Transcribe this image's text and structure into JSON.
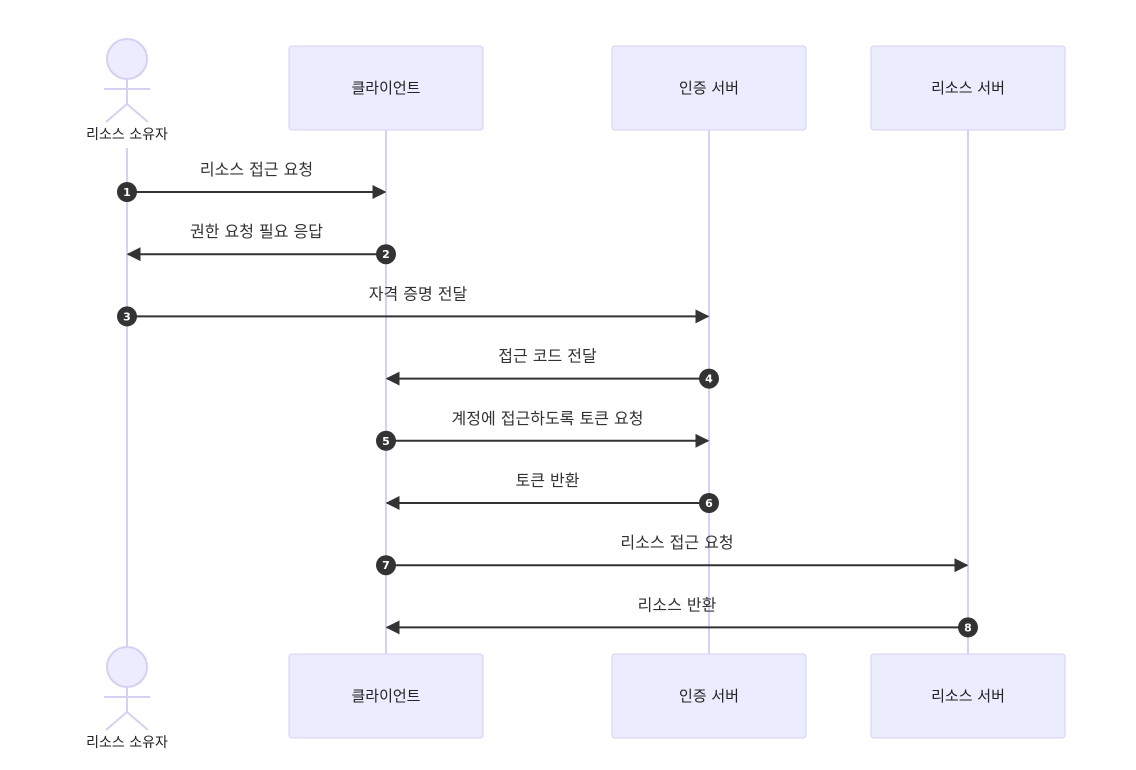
{
  "colors": {
    "box_fill": "#ECECFF",
    "box_stroke": "#D6D0F2",
    "line": "#333333"
  },
  "actor": {
    "name": "리소스 소유자",
    "icon": "person-actor-icon"
  },
  "participants": [
    {
      "id": "client",
      "label": "클라이언트"
    },
    {
      "id": "auth",
      "label": "인증 서버"
    },
    {
      "id": "resource",
      "label": "리소스 서버"
    }
  ],
  "messages": [
    {
      "num": "1",
      "from": "owner",
      "to": "client",
      "label": "리소스 접근 요청"
    },
    {
      "num": "2",
      "from": "client",
      "to": "owner",
      "label": "권한 요청 필요 응답"
    },
    {
      "num": "3",
      "from": "owner",
      "to": "auth",
      "label": "자격 증명 전달"
    },
    {
      "num": "4",
      "from": "auth",
      "to": "client",
      "label": "접근 코드 전달"
    },
    {
      "num": "5",
      "from": "client",
      "to": "auth",
      "label": "계정에 접근하도록 토큰 요청"
    },
    {
      "num": "6",
      "from": "auth",
      "to": "client",
      "label": "토큰 반환"
    },
    {
      "num": "7",
      "from": "client",
      "to": "resource",
      "label": "리소스 접근 요청"
    },
    {
      "num": "8",
      "from": "resource",
      "to": "client",
      "label": "리소스 반환"
    }
  ]
}
